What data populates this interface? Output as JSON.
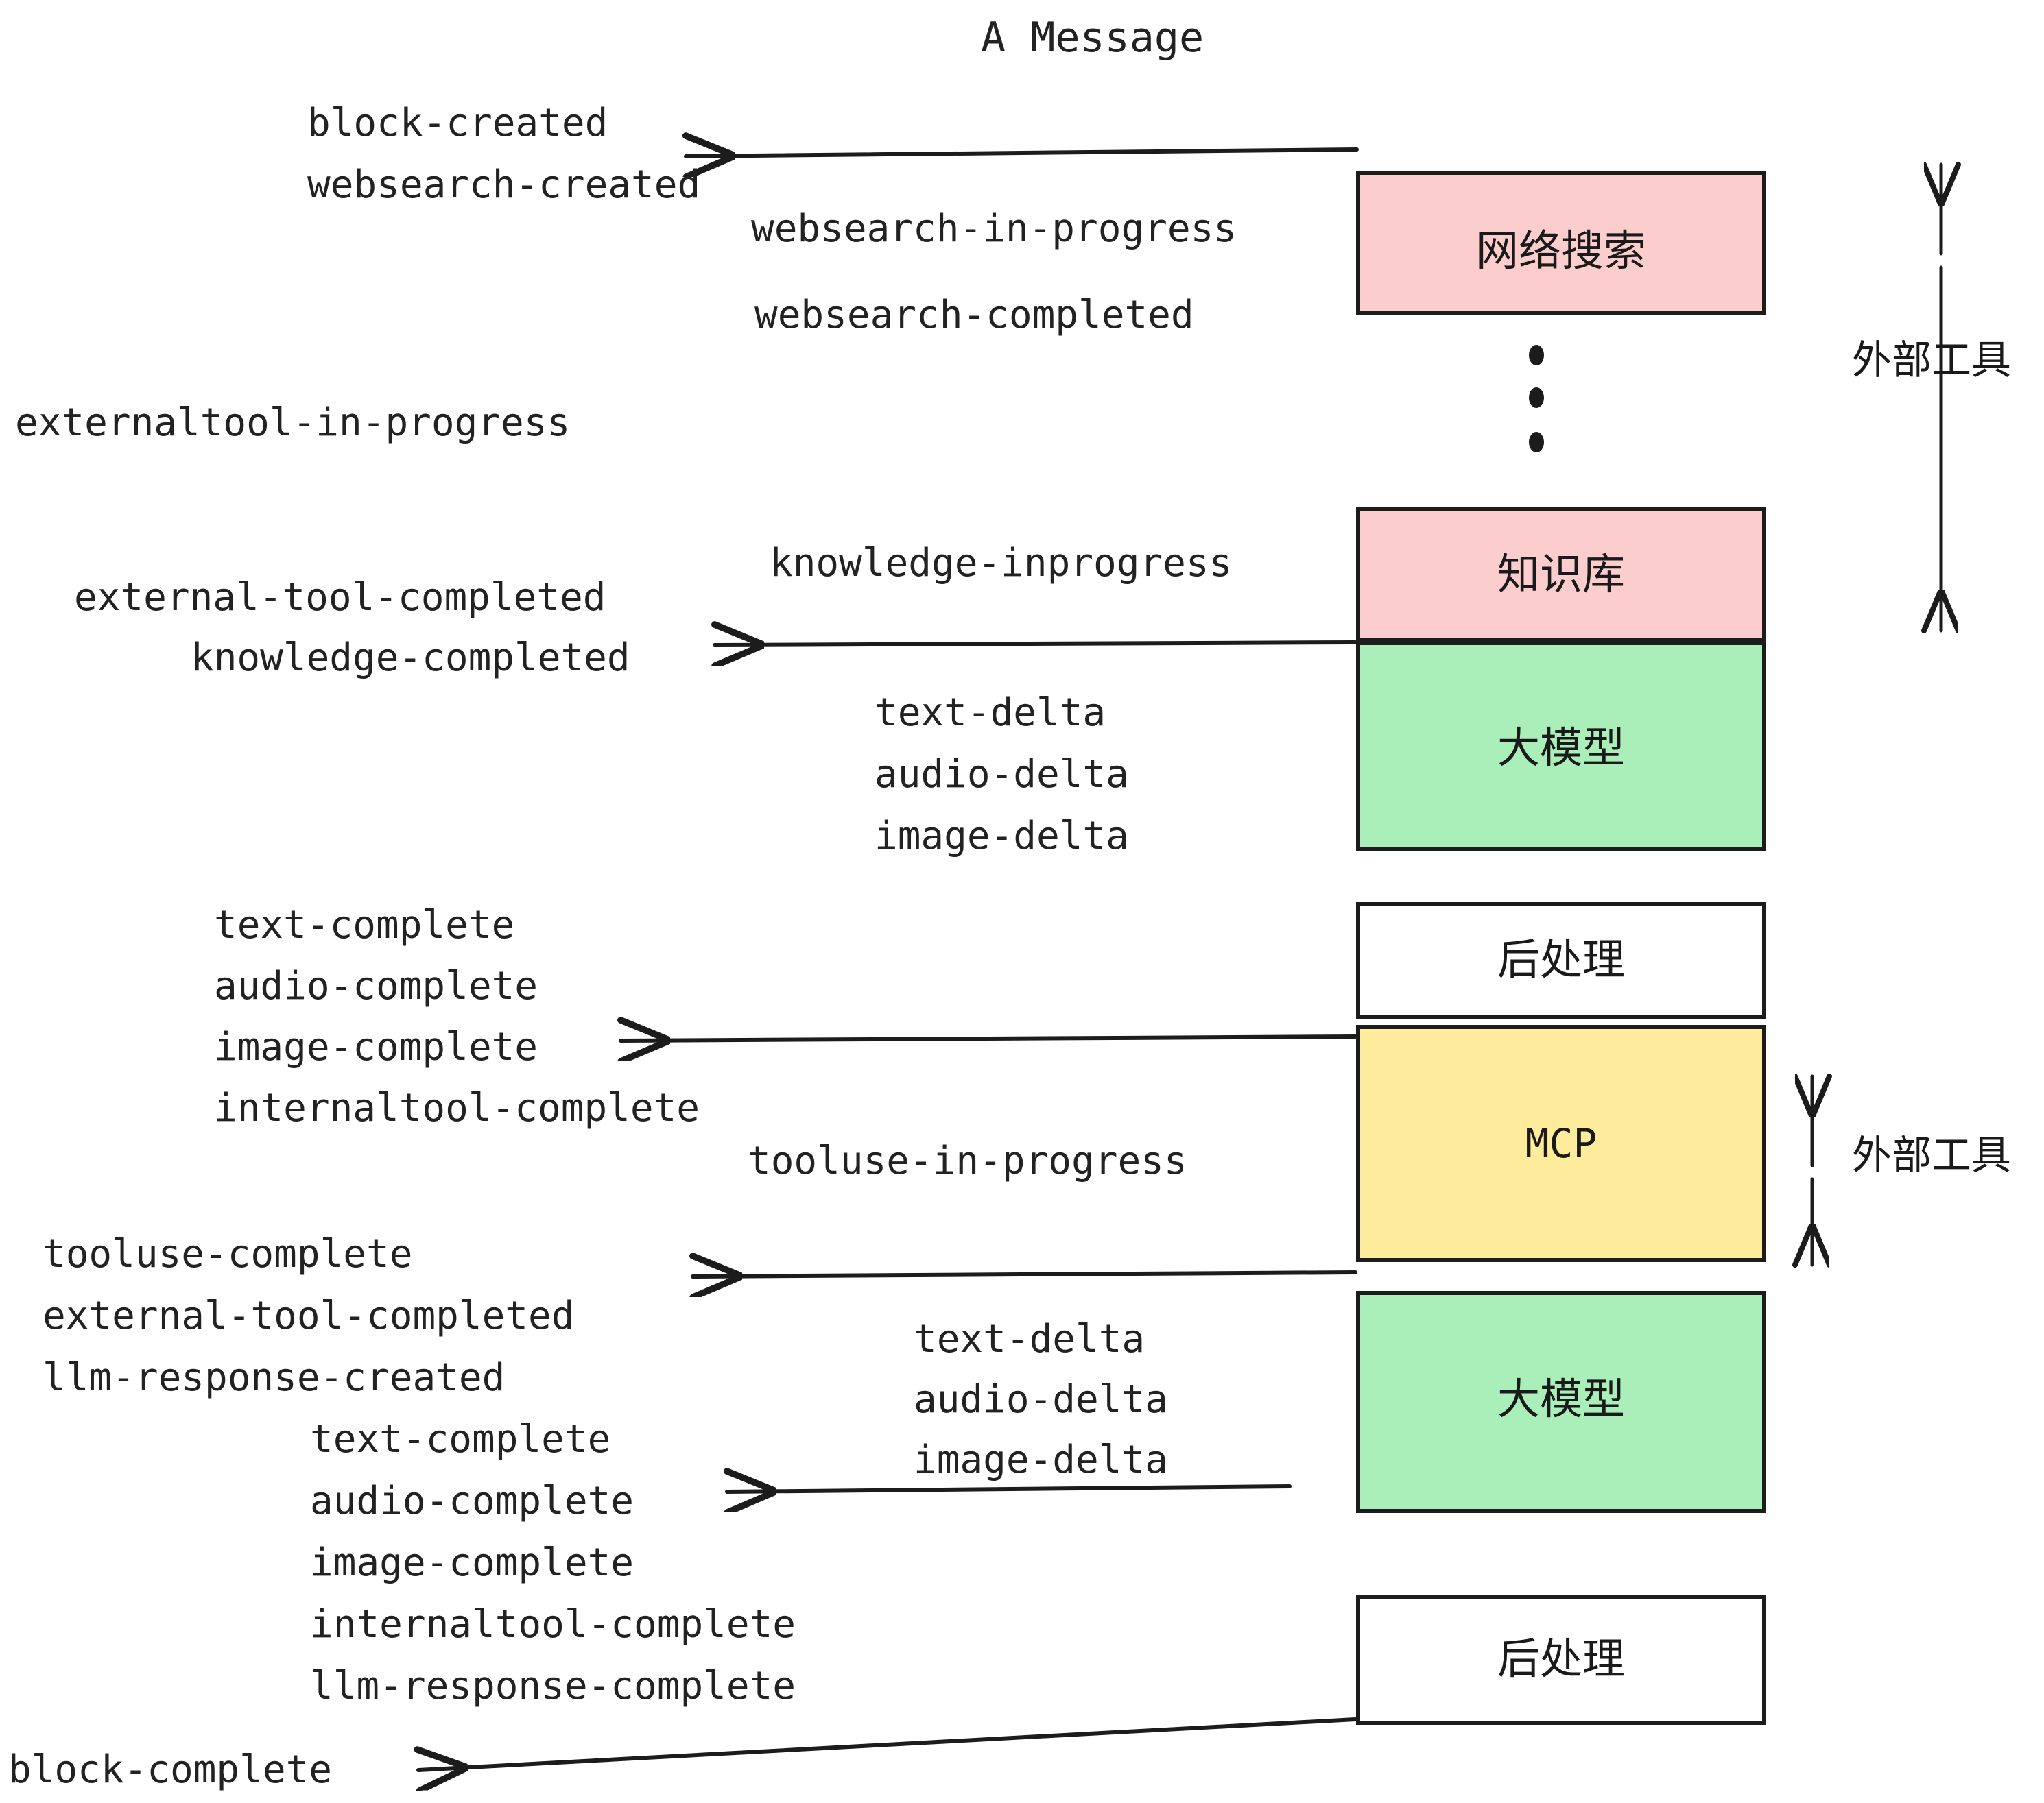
{
  "title": "A Message",
  "colors": {
    "pink": "#fbcdcd",
    "green": "#aaeeba",
    "yellow": "#ffeb9c",
    "white": "#ffffff",
    "stroke": "#1c1c1c",
    "text": "#222222"
  },
  "boxes": {
    "websearch": {
      "label": "网络搜索",
      "fill": "#fbcdcd"
    },
    "knowledge": {
      "label": "知识库",
      "fill": "#fbcdcd"
    },
    "llm_first": {
      "label": "大模型",
      "fill": "#aaeeba"
    },
    "postprocess_first": {
      "label": "后处理",
      "fill": "#ffffff"
    },
    "mcp": {
      "label": "MCP",
      "fill": "#ffeb9c"
    },
    "llm_second": {
      "label": "大模型",
      "fill": "#aaeeba"
    },
    "postprocess_second": {
      "label": "后处理",
      "fill": "#ffffff"
    }
  },
  "side_labels": {
    "external_tool_top": "外部工具",
    "external_tool_bottom": "外部工具"
  },
  "events": {
    "block_created": "block-created",
    "websearch_created": "websearch-created",
    "websearch_in_progress": "websearch-in-progress",
    "websearch_completed": "websearch-completed",
    "externaltool_in_progress": "externaltool-in-progress",
    "knowledge_inprogress": "knowledge-inprogress",
    "external_tool_completed_1": "external-tool-completed",
    "knowledge_completed": "knowledge-completed",
    "text_delta_1": "text-delta",
    "audio_delta_1": "audio-delta",
    "image_delta_1": "image-delta",
    "text_complete_1": "text-complete",
    "audio_complete_1": "audio-complete",
    "image_complete_1": "image-complete",
    "internaltool_complete_1": "internaltool-complete",
    "tooluse_in_progress": "tooluse-in-progress",
    "tooluse_complete": "tooluse-complete",
    "external_tool_completed_2": "external-tool-completed",
    "llm_response_created": "llm-response-created",
    "text_delta_2": "text-delta",
    "audio_delta_2": "audio-delta",
    "image_delta_2": "image-delta",
    "text_complete_2": "text-complete",
    "audio_complete_2": "audio-complete",
    "image_complete_2": "image-complete",
    "internaltool_complete_2": "internaltool-complete",
    "llm_response_complete": "llm-response-complete",
    "block_complete": "block-complete"
  }
}
